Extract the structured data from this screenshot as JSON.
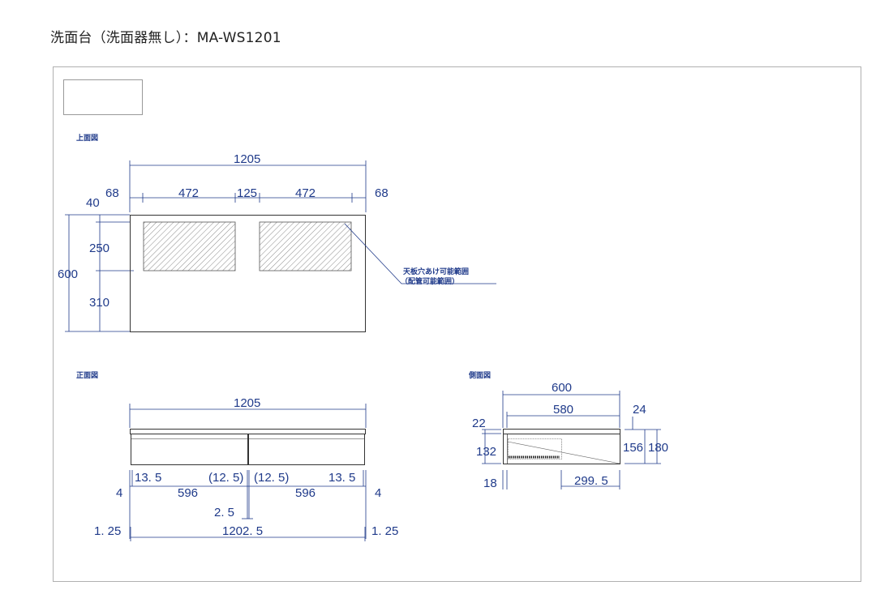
{
  "title": "洗面台（洗面器無し）：MA-WS1201",
  "views": {
    "top": {
      "label": "上面図",
      "dims": {
        "overall_width": "1205",
        "left_margin": "68",
        "basin_left": "472",
        "center_gap": "125",
        "basin_right": "472",
        "right_margin": "68",
        "top_offset": "40",
        "basin_depth": "250",
        "depth": "600",
        "front_depth": "310"
      },
      "note_line1": "天板穴あけ可能範囲",
      "note_line2": "（配管可能範囲）"
    },
    "front": {
      "label": "正面図",
      "dims": {
        "overall_width": "1205",
        "g1": "13. 5",
        "g2": "(12. 5)",
        "g3": "(12. 5)",
        "g4": "13. 5",
        "side_left": "4",
        "drawer_left": "596",
        "drawer_right": "596",
        "side_right": "4",
        "center_gap": "2. 5",
        "edge_left": "1. 25",
        "inner_width": "1202. 5",
        "edge_right": "1. 25"
      }
    },
    "side": {
      "label": "側面図",
      "dims": {
        "depth": "600",
        "inner_depth": "580",
        "top_thickness": "24",
        "top_gap": "22",
        "drawer_height": "132",
        "body_height": "156",
        "total_height": "180",
        "side_panel": "18",
        "drawer_depth": "299. 5"
      }
    }
  },
  "colors": {
    "dimension": "#1f3a8a",
    "outline": "#333333",
    "frame": "#b0b0b0"
  }
}
